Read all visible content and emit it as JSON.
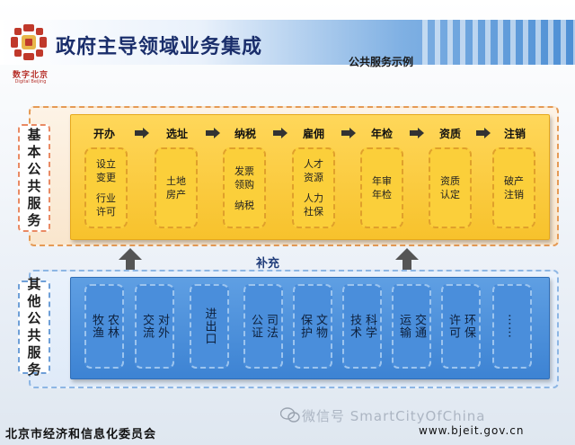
{
  "header": {
    "title": "政府主导领域业务集成",
    "subtitle": "公共服务示例",
    "logo_text": "数字北京",
    "logo_sub": "Digital Beijing"
  },
  "basic_services": {
    "label": [
      "基",
      "本",
      "公",
      "共",
      "服",
      "务"
    ],
    "stages": [
      {
        "name": "开办",
        "items": [
          "设立",
          "变更",
          "",
          "行业",
          "许可"
        ]
      },
      {
        "name": "选址",
        "items": [
          "土地",
          "房产"
        ]
      },
      {
        "name": "纳税",
        "items": [
          "发票",
          "领购",
          "",
          "纳税"
        ]
      },
      {
        "name": "雇佣",
        "items": [
          "人才",
          "资源",
          "",
          "人力",
          "社保"
        ]
      },
      {
        "name": "年检",
        "items": [
          "年审",
          "年检"
        ]
      },
      {
        "name": "资质",
        "items": [
          "资质",
          "认定"
        ]
      },
      {
        "name": "注销",
        "items": [
          "破产",
          "注销"
        ]
      }
    ]
  },
  "supplement_label": "补充",
  "other_services": {
    "label": [
      "其",
      "他",
      "公",
      "共",
      "服",
      "务"
    ],
    "items": [
      {
        "lines": [
          "农林",
          "牧渔"
        ]
      },
      {
        "lines": [
          "对外",
          "交流"
        ]
      },
      {
        "lines": [
          "进出口"
        ]
      },
      {
        "lines": [
          "司法",
          "公证"
        ]
      },
      {
        "lines": [
          "文物",
          "保护"
        ]
      },
      {
        "lines": [
          "科学",
          "技术"
        ]
      },
      {
        "lines": [
          "交通",
          "运输"
        ]
      },
      {
        "lines": [
          "环保",
          "许可"
        ]
      },
      {
        "lines": [
          "……"
        ]
      }
    ]
  },
  "footer": {
    "org": "北京市经济和信息化委员会",
    "watermark": "微信号 SmartCityOfChina",
    "url": "www.bjeit.gov.cn"
  },
  "colors": {
    "title": "#1a2e6b",
    "basic_fill": "#f7c22c",
    "other_fill": "#3d83d3",
    "arrow": "#555555"
  }
}
